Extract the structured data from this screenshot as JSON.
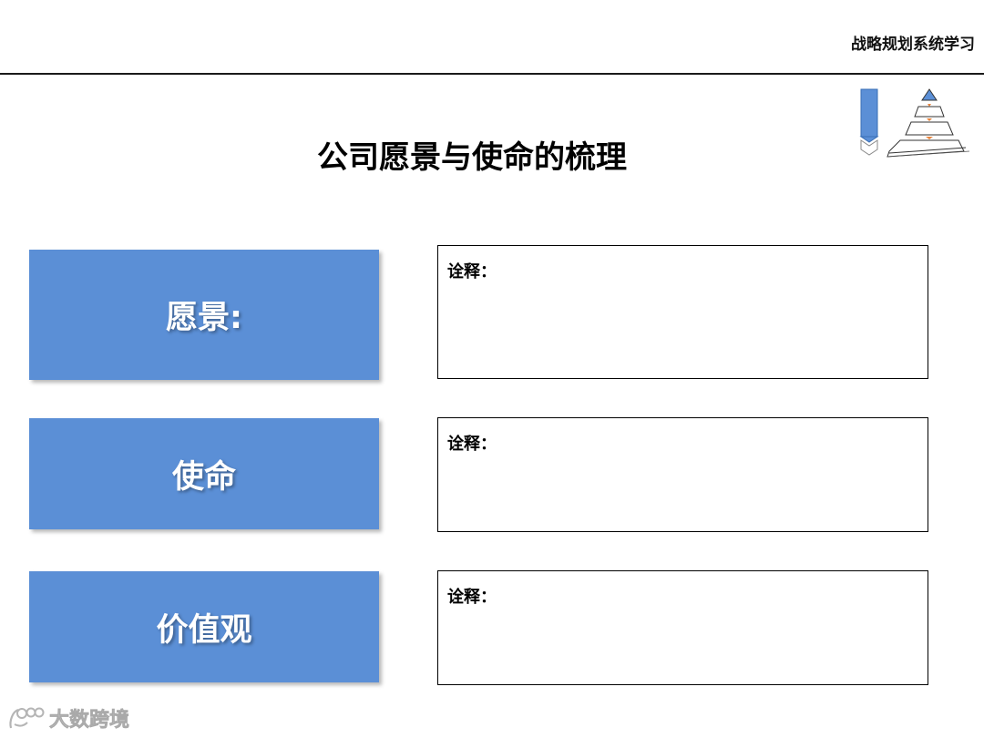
{
  "header": {
    "title": "战略规划系统学习"
  },
  "main": {
    "title": "公司愿景与使命的梳理"
  },
  "rows": [
    {
      "label": "愿景:",
      "note_label": "诠释："
    },
    {
      "label": "使命",
      "note_label": "诠释："
    },
    {
      "label": "价值观",
      "note_label": "诠释："
    }
  ],
  "watermark": {
    "text": "大数跨境",
    "icon": "brand-logo-icon"
  },
  "logo": {
    "icon": "pyramid-logo-icon",
    "colors": {
      "accent_blue": "#5b8fd6",
      "accent_orange": "#e8843c"
    }
  },
  "colors": {
    "label_box": "#5b8fd6",
    "rule": "#1a1a1a"
  }
}
